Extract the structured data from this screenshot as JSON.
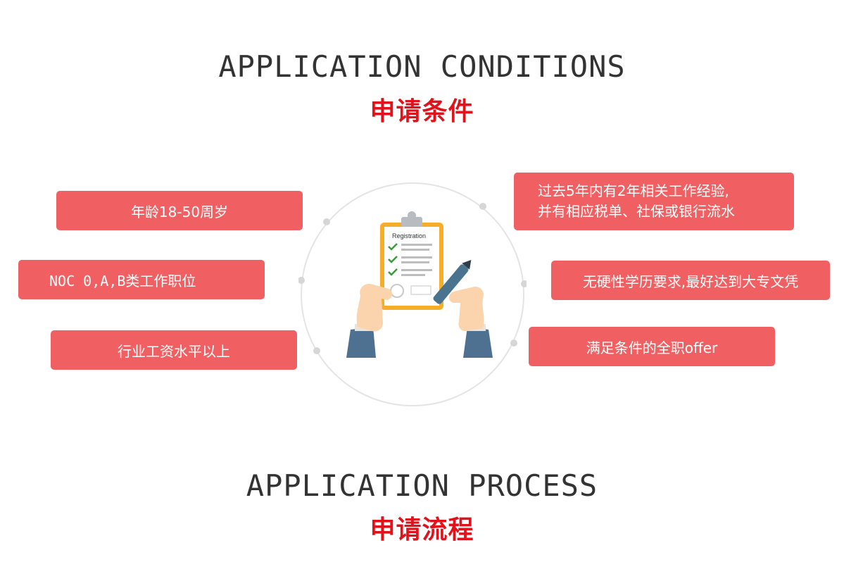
{
  "conditions": {
    "title_en": "APPLICATION CONDITIONS",
    "title_cn": "申请条件"
  },
  "process": {
    "title_en": "APPLICATION PROCESS",
    "title_cn": "申请流程"
  },
  "left_items": [
    "年龄18-50周岁",
    "NOC 0,A,B类工作职位",
    "行业工资水平以上"
  ],
  "right_items": {
    "experience_line1": "过去5年内有2年相关工作经验,",
    "experience_line2": "并有相应税单、社保或银行流水",
    "education": "无硬性学历要求,最好达到大专文凭",
    "offer": "满足条件的全职offer"
  },
  "illustration": {
    "clipboard_label": "Registration",
    "icon": "clipboard-registration-icon"
  },
  "colors": {
    "box_bg": "#f06062",
    "accent_red": "#e0121b",
    "title_dark": "#333333",
    "circle": "#e4e4e4"
  }
}
